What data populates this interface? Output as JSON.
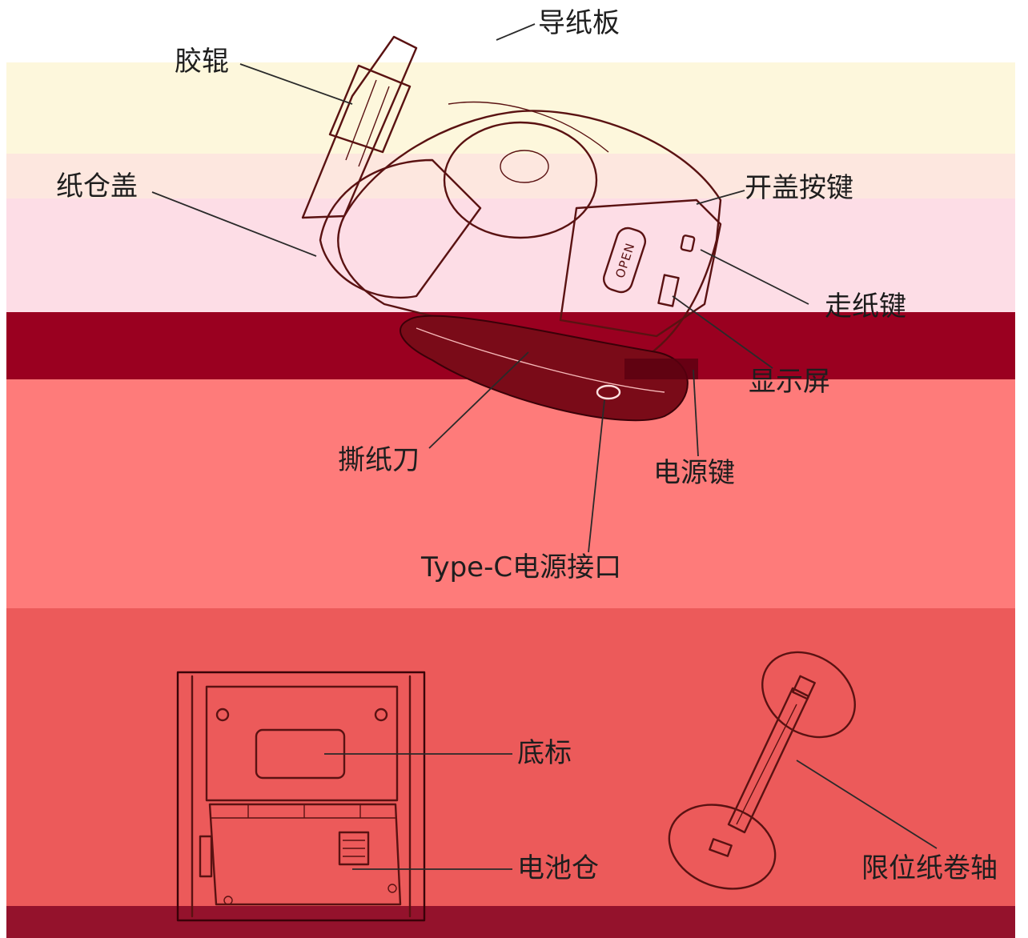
{
  "labels": {
    "paper_guide": "导纸板",
    "rubber_roller": "胶辊",
    "paper_cover": "纸仓盖",
    "open_cover_button": "开盖按键",
    "feed_button": "走纸键",
    "display_screen": "显示屏",
    "tear_blade": "撕纸刀",
    "power_button": "电源键",
    "typec_port": "Type-C电源接口",
    "bottom_label": "底标",
    "battery_compartment": "电池仓",
    "paper_roll_shaft": "限位纸卷轴"
  },
  "device": {
    "open_text": "OPEN"
  },
  "colors": {
    "band_cream": "#fdf7dc",
    "band_peach": "#fde7df",
    "band_pink": "#fddde6",
    "band_crimson": "#9a0020",
    "band_salmon": "#fe7b7a",
    "band_coral": "#ec5a5a",
    "band_bottom": "#94122c",
    "outline": "#5a1212"
  }
}
